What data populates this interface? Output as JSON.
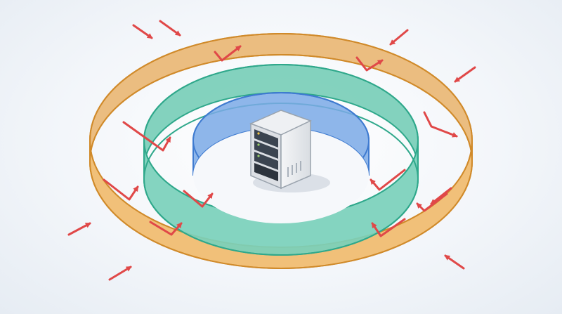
{
  "diagram": {
    "center": {
      "icon": "server-rack-icon"
    },
    "rings": [
      {
        "name": "outer-perimeter-ring",
        "color": "#e9b36a",
        "edge": "#d08a2a"
      },
      {
        "name": "middle-network-ring",
        "color": "#6fcab3",
        "edge": "#2fa88b"
      },
      {
        "name": "inner-host-ring",
        "color": "#7aa9e6",
        "edge": "#3f7bd0"
      }
    ],
    "threat_color": "#e04848",
    "threats": {
      "incoming_outside": 8,
      "deflected_outer": 4,
      "deflected_middle": 4,
      "deflected_inner": 1
    }
  }
}
